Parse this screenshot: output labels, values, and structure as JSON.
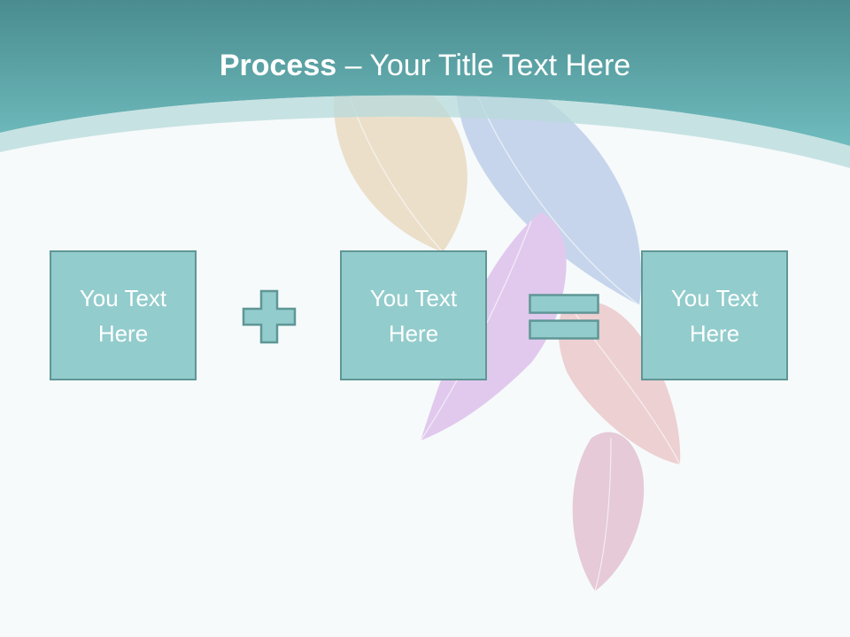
{
  "title": {
    "bold": "Process",
    "separator": " – ",
    "rest": "Your Title Text Here"
  },
  "boxes": [
    {
      "text": "You Text Here"
    },
    {
      "text": "You Text Here"
    },
    {
      "text": "You Text Here"
    }
  ],
  "operators": {
    "first": "plus-icon",
    "second": "equals-icon"
  },
  "colors": {
    "header_teal": "#5aa9ab",
    "box_fill": "#93cccc",
    "box_border": "#5f9696",
    "background": "#f6fafb"
  }
}
